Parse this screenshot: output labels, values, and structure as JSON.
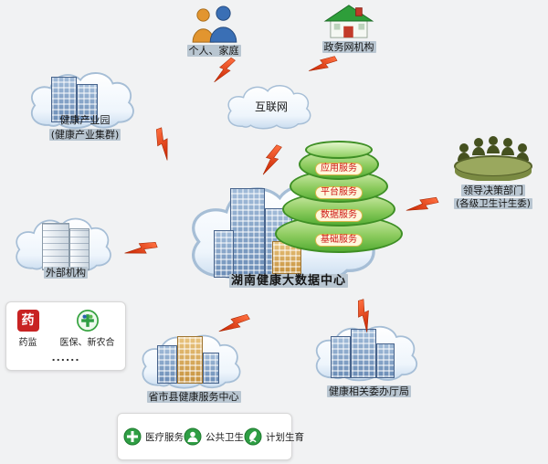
{
  "colors": {
    "bolt": "#e64a19",
    "layer_green": "#5cb03a",
    "pill_text": "#cf1414",
    "highlight": "#b9c6d1",
    "building_blue": "#7c9cc0",
    "building_orange": "#d9a44e"
  },
  "nodes": {
    "individuals": {
      "label": "个人、家庭"
    },
    "government": {
      "label": "政务网机构"
    },
    "internet": {
      "label": "互联网"
    },
    "industry_park": {
      "label": "健康产业园",
      "sublabel": "(健康产业集群)"
    },
    "decision": {
      "label": "领导决策部门",
      "sublabel": "(各级卫生计生委)"
    },
    "center": {
      "title": "湖南健康大数据中心",
      "layers": [
        "应用服务",
        "平台服务",
        "数据服务",
        "基础服务"
      ]
    },
    "external": {
      "label": "外部机构",
      "items": [
        {
          "label": "药监",
          "icon_glyph": "药"
        },
        {
          "label": "医保、新农合"
        }
      ],
      "more": "......"
    },
    "service_center": {
      "label": "省市县健康服务中心"
    },
    "related": {
      "label": "健康相关委办厅局"
    },
    "services": {
      "items": [
        {
          "label": "医疗服务"
        },
        {
          "label": "公共卫生"
        },
        {
          "label": "计划生育"
        }
      ]
    }
  }
}
